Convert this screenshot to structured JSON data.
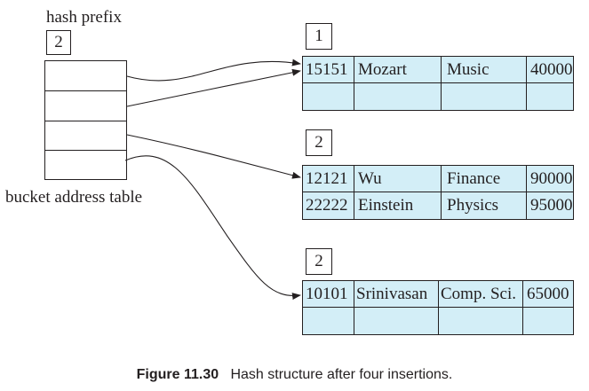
{
  "hash_prefix_label": "hash prefix",
  "global_depth": "2",
  "bucket_address_table_label": "bucket address table",
  "buckets": [
    {
      "local_depth": "1",
      "records": [
        [
          "15151",
          "Mozart",
          "Music",
          "40000"
        ],
        [
          "",
          "",
          "",
          ""
        ]
      ]
    },
    {
      "local_depth": "2",
      "records": [
        [
          "12121",
          "Wu",
          "Finance",
          "90000"
        ],
        [
          "22222",
          "Einstein",
          "Physics",
          "95000"
        ]
      ]
    },
    {
      "local_depth": "2",
      "records": [
        [
          "10101",
          "Srinivasan",
          "Comp. Sci.",
          "65000"
        ],
        [
          "",
          "",
          "",
          ""
        ]
      ]
    }
  ],
  "pointers": [
    {
      "from_slot": 0,
      "to_bucket": 0
    },
    {
      "from_slot": 1,
      "to_bucket": 0
    },
    {
      "from_slot": 2,
      "to_bucket": 1
    },
    {
      "from_slot": 3,
      "to_bucket": 2
    }
  ],
  "caption": {
    "figure_label": "Figure 11.30",
    "text": "Hash structure after four insertions."
  },
  "colors": {
    "bucket_fill": "#d3eef7",
    "line": "#231f20"
  }
}
